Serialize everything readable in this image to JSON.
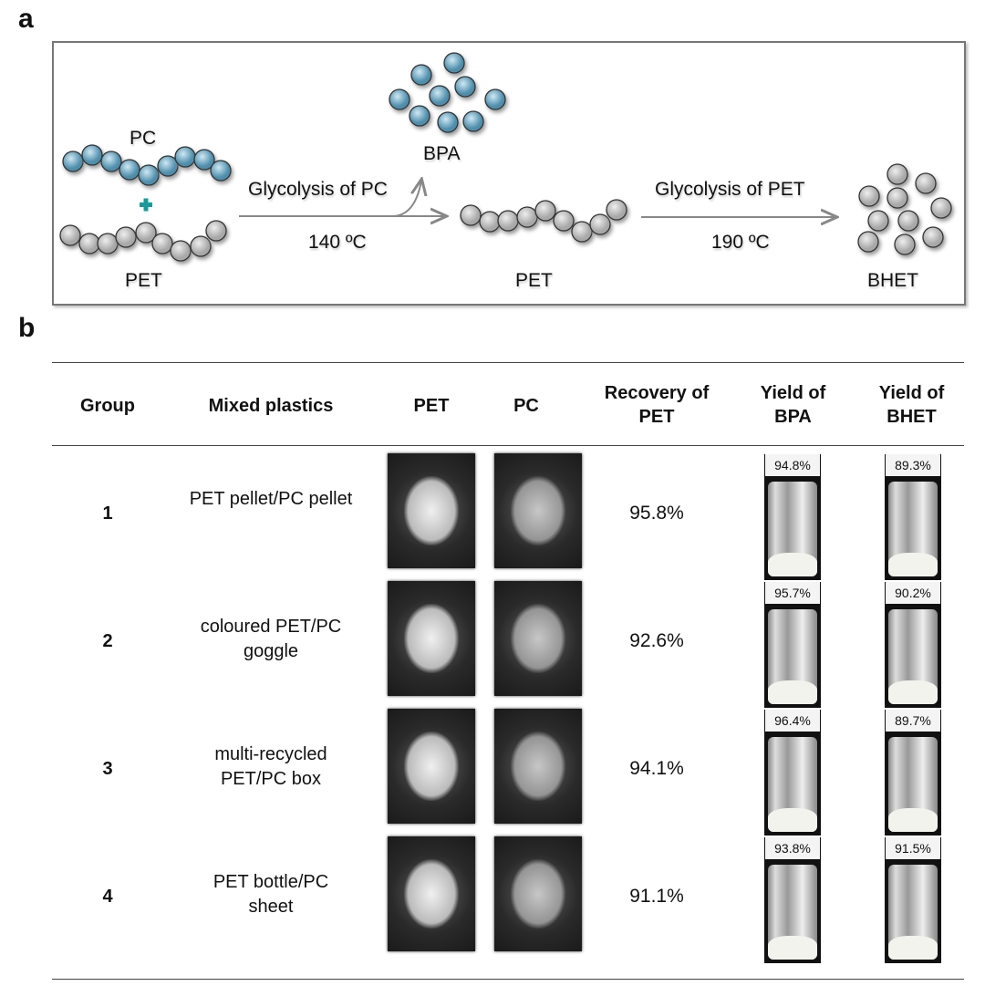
{
  "panel_a": {
    "label": "a",
    "pc": "PC",
    "pet_left": "PET",
    "plus": "+",
    "step1": "Glycolysis of PC",
    "temp1": "140 ºC",
    "bpa": "BPA",
    "pet_mid": "PET",
    "step2": "Glycolysis of PET",
    "temp2": "190 ºC",
    "bhet": "BHET",
    "colors": {
      "pc_bead": "#5b9bb8",
      "pet_bead": "#bdbdbd",
      "plus": "#1a9a9a"
    }
  },
  "panel_b": {
    "label": "b",
    "headers": {
      "group": "Group",
      "mixed": "Mixed plastics",
      "pet": "PET",
      "pc": "PC",
      "recovery": "Recovery of PET",
      "bpa": "Yield of BPA",
      "bhet": "Yield of BHET"
    },
    "rows": [
      {
        "group": "1",
        "mixed": "PET pellet/PC pellet",
        "recovery": "95.8%",
        "bpa": "94.8%",
        "bhet": "89.3%"
      },
      {
        "group": "2",
        "mixed": "coloured PET/PC goggle",
        "recovery": "92.6%",
        "bpa": "95.7%",
        "bhet": "90.2%"
      },
      {
        "group": "3",
        "mixed": "multi-recycled PET/PC box",
        "recovery": "94.1%",
        "bpa": "96.4%",
        "bhet": "89.7%"
      },
      {
        "group": "4",
        "mixed": "PET bottle/PC sheet",
        "recovery": "91.1%",
        "bpa": "93.8%",
        "bhet": "91.5%"
      }
    ]
  }
}
